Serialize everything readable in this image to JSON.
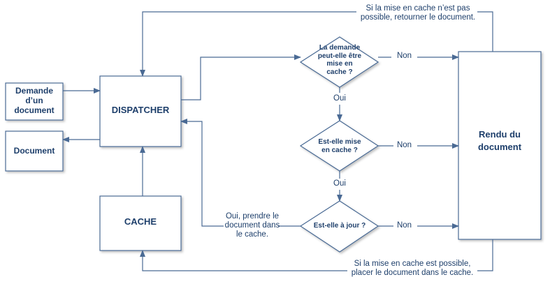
{
  "nodes": {
    "request": "Demande d’un document",
    "document": "Document",
    "dispatcher": "DISPATCHER",
    "cache": "CACHE",
    "render": "Rendu du document",
    "q_cacheable": "La demande peut-elle être mise en cache ?",
    "q_cached": "Est-elle mise en cache ?",
    "q_uptodate": "Est-elle à jour ?"
  },
  "edges": {
    "yes": "Oui",
    "no": "Non",
    "top_note": "Si la mise en cache n’est pas possible, retourner le document.",
    "bottom_note": "Si la mise en cache est possible, placer le document dans le cache.",
    "cache_return": "Oui, prendre le document dans le cache."
  },
  "colors": {
    "stroke": "#4a6a94",
    "text": "#1e3f6b",
    "fill": "#ffffff"
  }
}
